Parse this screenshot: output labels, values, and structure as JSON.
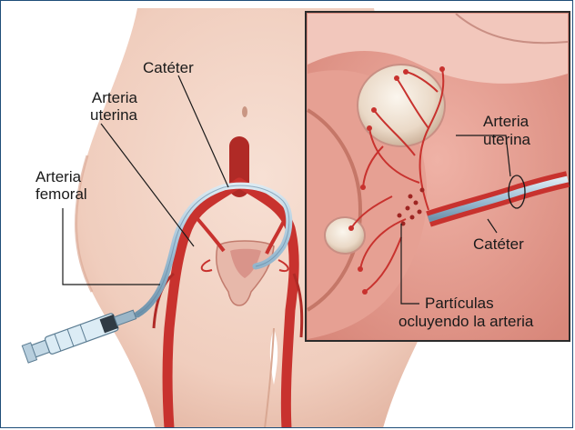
{
  "labels": {
    "cateter_main": "Catéter",
    "arteria_uterina_main_1": "Arteria",
    "arteria_uterina_main_2": "uterina",
    "arteria_femoral_1": "Arteria",
    "arteria_femoral_2": "femoral",
    "arteria_uterina_inset_1": "Arteria",
    "arteria_uterina_inset_2": "uterina",
    "cateter_inset": "Catéter",
    "particulas_1": "Partículas",
    "particulas_2": "ocluyendo la arteria"
  },
  "colors": {
    "skin": "#f2d3c4",
    "skin_shadow": "#e0b5a2",
    "artery": "#c8322e",
    "artery_light": "#e0665a",
    "catheter": "#a8c8dc",
    "tissue": "#e39a8c",
    "frame": "#1f4e79",
    "inset_border": "#2b2b2b"
  }
}
